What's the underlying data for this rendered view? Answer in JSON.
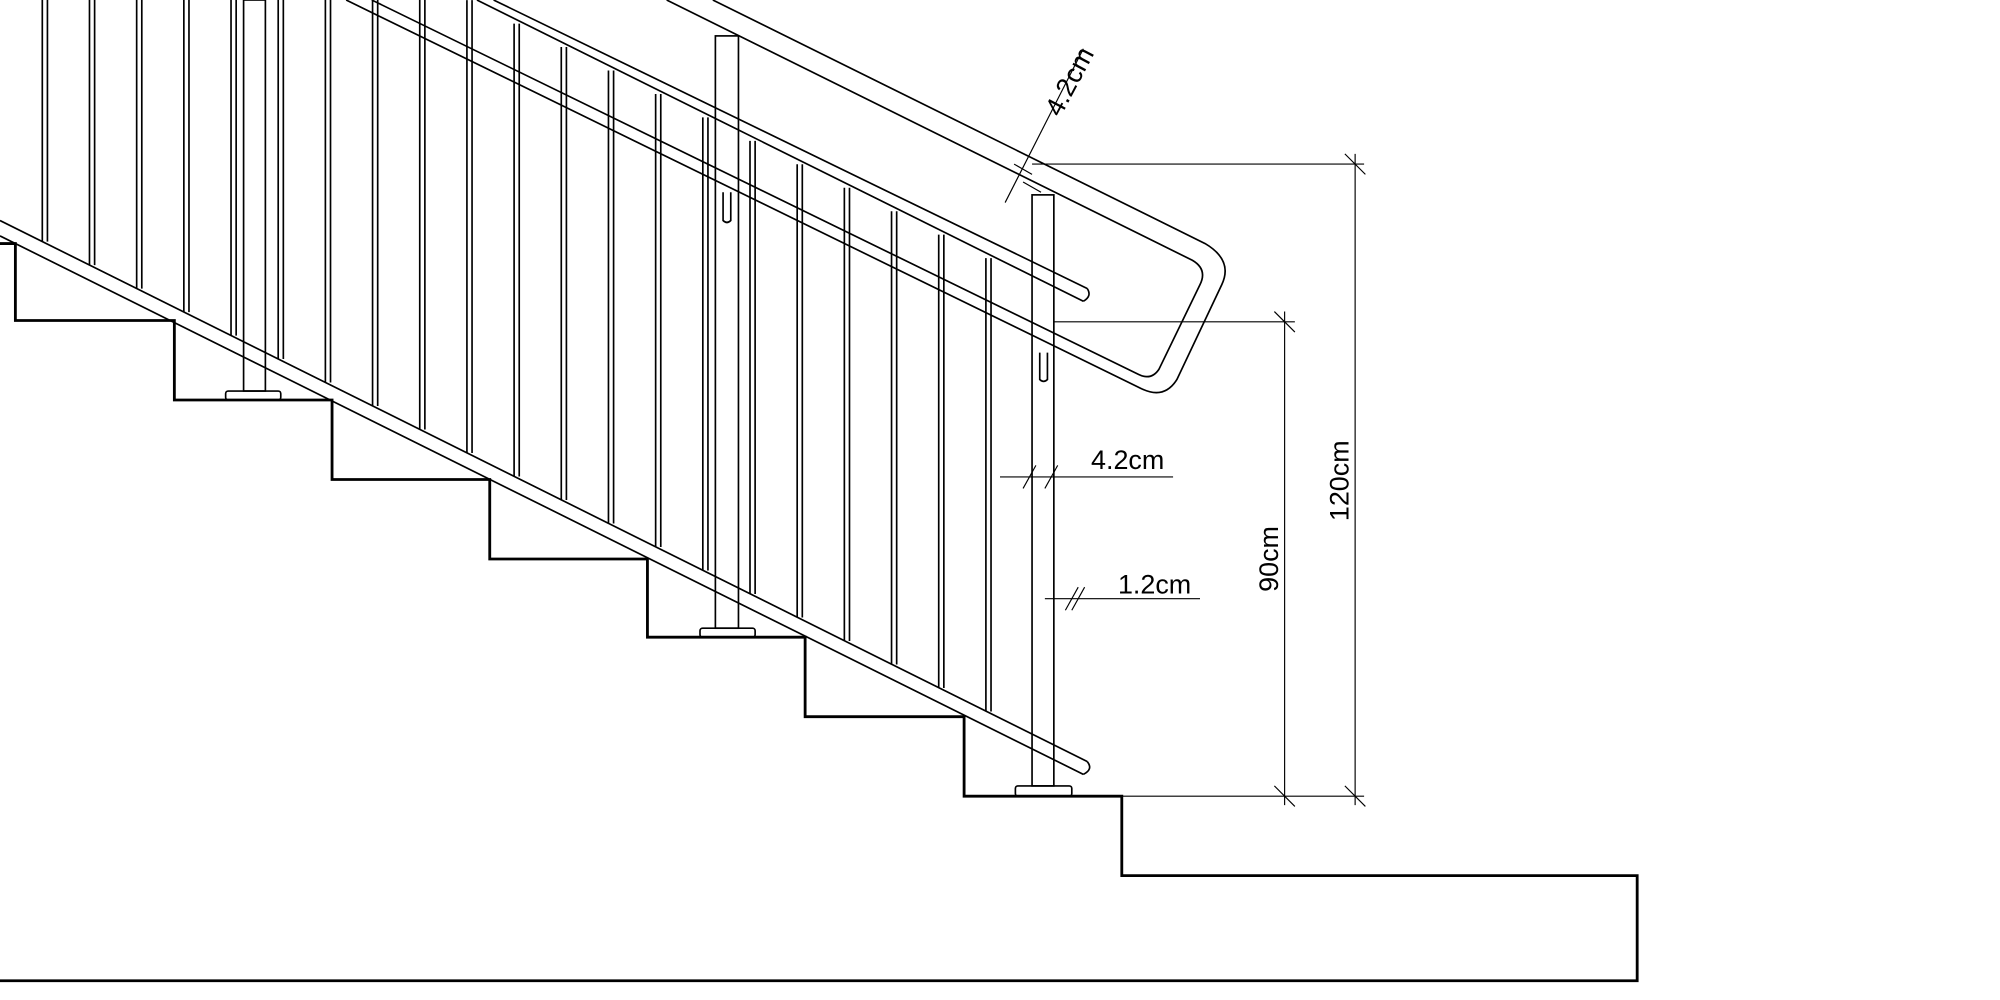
{
  "dimensions": {
    "handrail_height_upper": "120cm",
    "handrail_height_lower": "90cm",
    "handrail_diameter": "4.2cm",
    "post_width": "4.2cm",
    "baluster_width": "1.2cm"
  },
  "colors": {
    "line": "#000000",
    "background": "#ffffff"
  }
}
